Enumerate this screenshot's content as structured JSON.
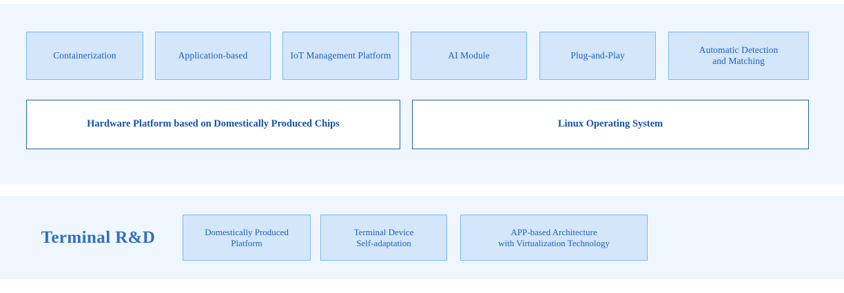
{
  "diagram": {
    "background_color": "#eff6fd",
    "page_background": "#ffffff",
    "tile_fill": "#d3e6fa",
    "tile_border": "#7bb7ea",
    "platform_fill": "#ffffff",
    "platform_border": "#1c63b4",
    "text_color": "#1f5fbf",
    "heading_color": "#2f6fc4"
  },
  "upper_section": {
    "capability_row": [
      {
        "label": "Containerization"
      },
      {
        "label": "Application-based"
      },
      {
        "label": "IoT Management Platform"
      },
      {
        "label": "AI Module"
      },
      {
        "label": "Plug-and-Play"
      },
      {
        "label": "Automatic Detection\nand Matching"
      }
    ],
    "platform_row": [
      {
        "label": "Hardware Platform based on Domestically Produced Chips"
      },
      {
        "label": "Linux Operating System"
      }
    ]
  },
  "lower_section": {
    "heading": "Terminal R&D",
    "items": [
      {
        "label": "Domestically Produced\nPlatform"
      },
      {
        "label": "Terminal Device\nSelf-adaptation"
      },
      {
        "label": "APP-based Architecture\nwith Virtualization Technology"
      }
    ]
  }
}
